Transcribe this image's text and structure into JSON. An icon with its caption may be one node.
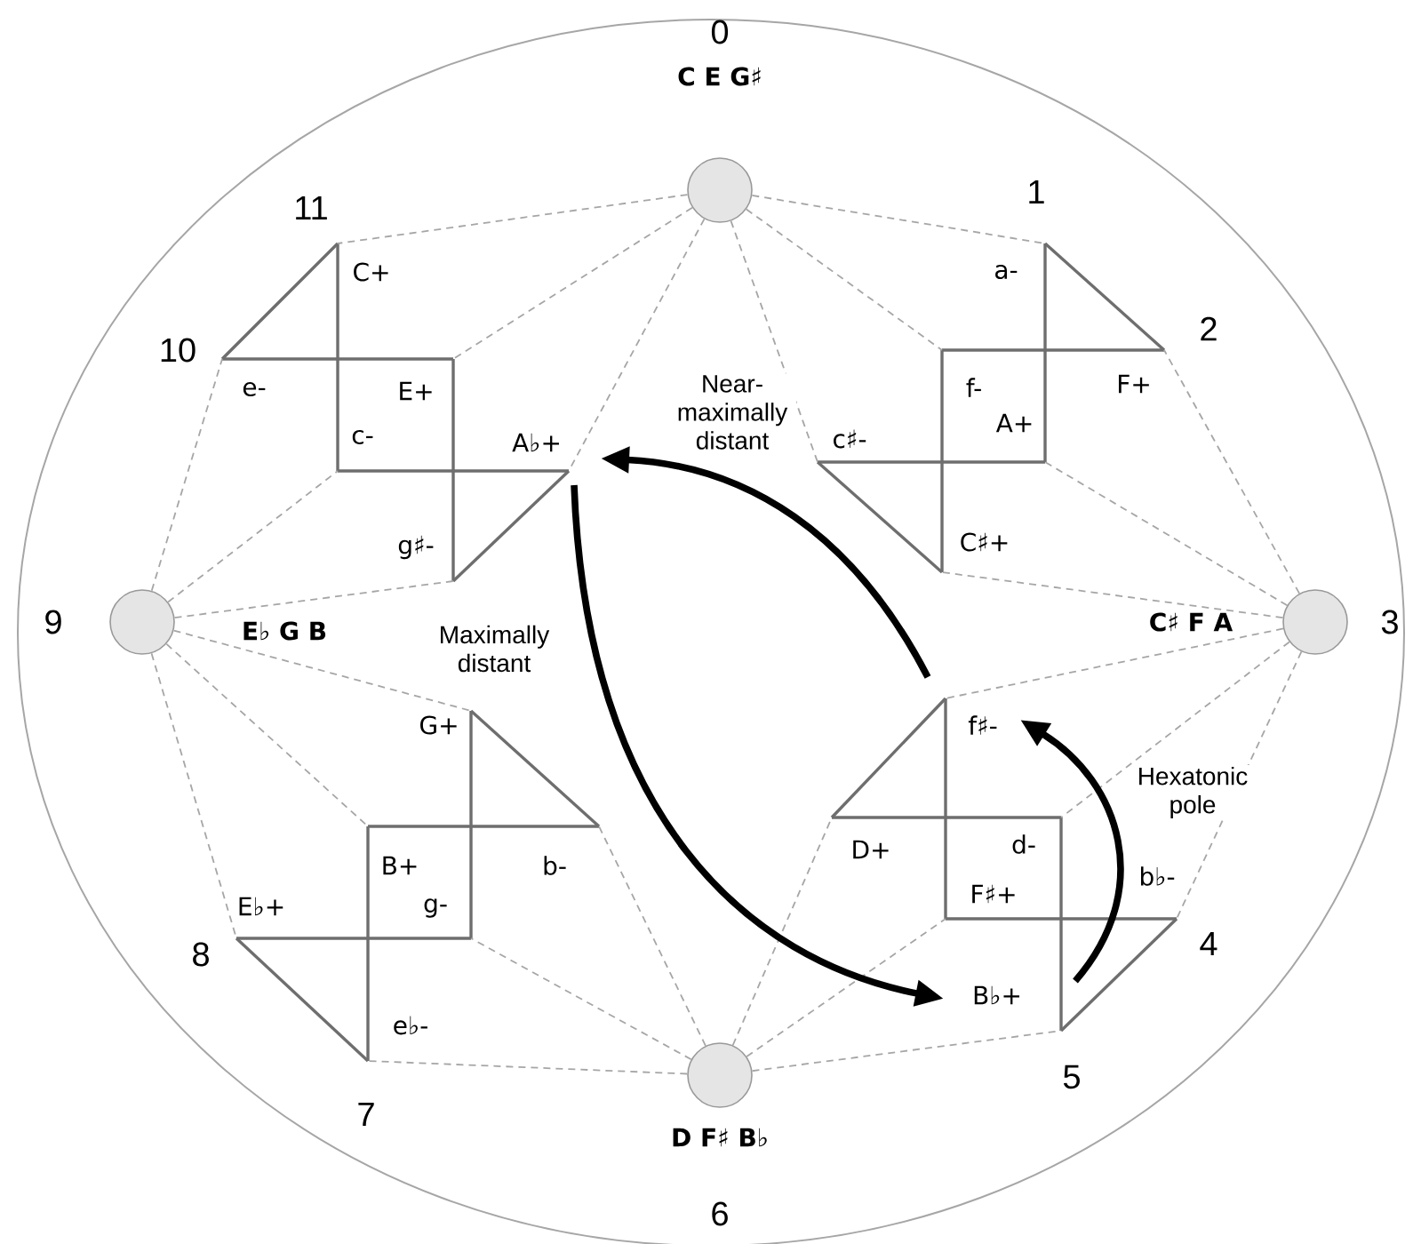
{
  "diagram": {
    "nodes": [
      {
        "text": [
          "0",
          "C E G♯"
        ]
      },
      {
        "text": [
          "C♯ F A",
          "3"
        ]
      },
      {
        "text": [
          "D F♯ B♭",
          "6"
        ]
      },
      {
        "text": [
          "9",
          "E♭ G B"
        ]
      },
      {
        "text": [
          "C+"
        ]
      },
      {
        "text": [
          "e-"
        ]
      },
      {
        "text": [
          "E+"
        ]
      },
      {
        "text": [
          "c-"
        ]
      },
      {
        "text": [
          "A♭+"
        ]
      },
      {
        "text": [
          "g♯-"
        ]
      },
      {
        "text": [
          "a-"
        ]
      },
      {
        "text": [
          "F+"
        ]
      },
      {
        "text": [
          "f-"
        ]
      },
      {
        "text": [
          "A+"
        ]
      },
      {
        "text": [
          "c♯-"
        ]
      },
      {
        "text": [
          "C♯+"
        ]
      },
      {
        "text": [
          "G+"
        ]
      },
      {
        "text": [
          "E♭+"
        ]
      },
      {
        "text": [
          "B+"
        ]
      },
      {
        "text": [
          "g-"
        ]
      },
      {
        "text": [
          "b-"
        ]
      },
      {
        "text": [
          "e♭-"
        ]
      },
      {
        "text": [
          "f♯-"
        ]
      },
      {
        "text": [
          "D+"
        ]
      },
      {
        "text": [
          "d-"
        ]
      },
      {
        "text": [
          "F♯+"
        ]
      },
      {
        "text": [
          "b♭-"
        ]
      },
      {
        "text": [
          "B♭+"
        ]
      }
    ],
    "edges": [
      {
        "from": 4,
        "to": 7,
        "arrow": "none"
      },
      {
        "from": 5,
        "to": 6,
        "arrow": "none"
      },
      {
        "from": 4,
        "to": 5,
        "arrow": "none"
      },
      {
        "from": 6,
        "to": 9,
        "arrow": "none"
      },
      {
        "from": 7,
        "to": 8,
        "arrow": "none"
      },
      {
        "from": 8,
        "to": 9,
        "arrow": "none"
      },
      {
        "from": 10,
        "to": 13,
        "arrow": "none"
      },
      {
        "from": 12,
        "to": 11,
        "arrow": "none"
      },
      {
        "from": 10,
        "to": 11,
        "arrow": "none"
      },
      {
        "from": 12,
        "to": 15,
        "arrow": "none"
      },
      {
        "from": 14,
        "to": 13,
        "arrow": "none"
      },
      {
        "from": 14,
        "to": 15,
        "arrow": "none"
      },
      {
        "from": 16,
        "to": 19,
        "arrow": "none"
      },
      {
        "from": 18,
        "to": 20,
        "arrow": "none"
      },
      {
        "from": 16,
        "to": 20,
        "arrow": "none"
      },
      {
        "from": 17,
        "to": 19,
        "arrow": "none"
      },
      {
        "from": 18,
        "to": 21,
        "arrow": "none"
      },
      {
        "from": 17,
        "to": 21,
        "arrow": "none"
      },
      {
        "from": 22,
        "to": 25,
        "arrow": "none"
      },
      {
        "from": 23,
        "to": 24,
        "arrow": "none"
      },
      {
        "from": 23,
        "to": 22,
        "arrow": "none"
      },
      {
        "from": 24,
        "to": 27,
        "arrow": "none"
      },
      {
        "from": 25,
        "to": 26,
        "arrow": "none"
      },
      {
        "from": 26,
        "to": 27,
        "arrow": "none"
      },
      {
        "from": 0,
        "to": 4,
        "arrow": "none",
        "style": "dashed",
        "color": "#a6a6a6"
      },
      {
        "from": 0,
        "to": 6,
        "arrow": "none",
        "style": "dashed",
        "color": "#a6a6a6"
      },
      {
        "from": 0,
        "to": 8,
        "arrow": "none",
        "style": "dashed",
        "color": "#a6a6a6"
      },
      {
        "from": 0,
        "to": 10,
        "arrow": "none",
        "style": "dashed",
        "color": "#a6a6a6"
      },
      {
        "from": 0,
        "to": 12,
        "arrow": "none",
        "style": "dashed",
        "color": "#a6a6a6"
      },
      {
        "from": 0,
        "to": 14,
        "arrow": "none",
        "style": "dashed",
        "color": "#a6a6a6"
      },
      {
        "from": 1,
        "to": 11,
        "arrow": "none",
        "style": "dashed",
        "color": "#a6a6a6"
      },
      {
        "from": 1,
        "to": 13,
        "arrow": "none",
        "style": "dashed",
        "color": "#a6a6a6"
      },
      {
        "from": 1,
        "to": 15,
        "arrow": "none",
        "style": "dashed",
        "color": "#a6a6a6"
      },
      {
        "from": 1,
        "to": 22,
        "arrow": "none",
        "style": "dashed",
        "color": "#a6a6a6"
      },
      {
        "from": 1,
        "to": 24,
        "arrow": "none",
        "style": "dashed",
        "color": "#a6a6a6"
      },
      {
        "from": 1,
        "to": 26,
        "arrow": "none",
        "style": "dashed",
        "color": "#a6a6a6"
      },
      {
        "from": 2,
        "to": 20,
        "arrow": "none",
        "style": "dashed",
        "color": "#a6a6a6"
      },
      {
        "from": 2,
        "to": 19,
        "arrow": "none",
        "style": "dashed",
        "color": "#a6a6a6"
      },
      {
        "from": 2,
        "to": 21,
        "arrow": "none",
        "style": "dashed",
        "color": "#a6a6a6"
      },
      {
        "from": 2,
        "to": 23,
        "arrow": "none",
        "style": "dashed",
        "color": "#a6a6a6"
      },
      {
        "from": 2,
        "to": 25,
        "arrow": "none",
        "style": "dashed",
        "color": "#a6a6a6"
      },
      {
        "from": 2,
        "to": 27,
        "arrow": "none",
        "style": "dashed",
        "color": "#a6a6a6"
      },
      {
        "from": 3,
        "to": 5,
        "arrow": "none",
        "style": "dashed",
        "color": "#a6a6a6"
      },
      {
        "from": 3,
        "to": 7,
        "arrow": "none",
        "style": "dashed",
        "color": "#a6a6a6"
      },
      {
        "from": 3,
        "to": 9,
        "arrow": "none",
        "style": "dashed",
        "color": "#a6a6a6"
      },
      {
        "from": 3,
        "to": 16,
        "arrow": "none",
        "style": "dashed",
        "color": "#a6a6a6"
      },
      {
        "from": 3,
        "to": 18,
        "arrow": "none",
        "style": "dashed",
        "color": "#a6a6a6"
      },
      {
        "from": 3,
        "to": 17,
        "arrow": "none",
        "style": "dashed",
        "color": "#a6a6a6"
      },
      {
        "from": 8,
        "to": 27,
        "arrow": "to",
        "label": "Maximally distant",
        "style": "thick",
        "color": "#000000"
      },
      {
        "from": 22,
        "to": 8,
        "arrow": "to",
        "label": "Near- maximally distant",
        "style": "thick",
        "color": "#000000"
      },
      {
        "from": 27,
        "to": 22,
        "arrow": "to",
        "label": "Hexatonic pole",
        "style": "thick",
        "color": "#000000"
      }
    ],
    "labels": [
      "1",
      "11",
      "2",
      "10",
      "4",
      "8",
      "5",
      "7"
    ]
  }
}
